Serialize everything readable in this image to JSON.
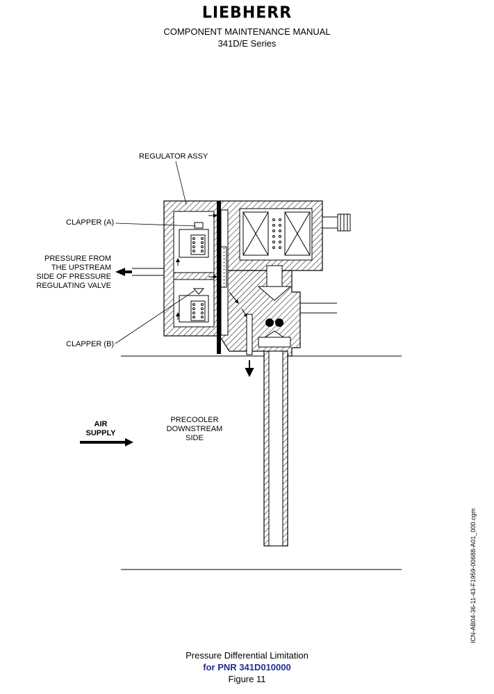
{
  "header": {
    "logo": "LIEBHERR",
    "manual_title": "COMPONENT MAINTENANCE MANUAL",
    "series": "341D/E Series"
  },
  "labels": {
    "regulator_assy": "REGULATOR ASSY",
    "clapper_a": "CLAPPER (A)",
    "clapper_b": "CLAPPER (B)",
    "pressure_from": [
      "PRESSURE FROM",
      "THE UPSTREAM",
      "SIDE OF PRESSURE",
      "REGULATING VALVE"
    ],
    "air_supply": [
      "AIR",
      "SUPPLY"
    ],
    "precooler": [
      "PRECOOLER",
      "DOWNSTREAM",
      "SIDE"
    ]
  },
  "side_ref": "ICN-AB04-36-11-43-F1959-00688-A01_000.cgm",
  "caption": {
    "title": "Pressure Differential Limitation",
    "pnr": "for PNR 341D010000",
    "figure": "Figure 11"
  }
}
